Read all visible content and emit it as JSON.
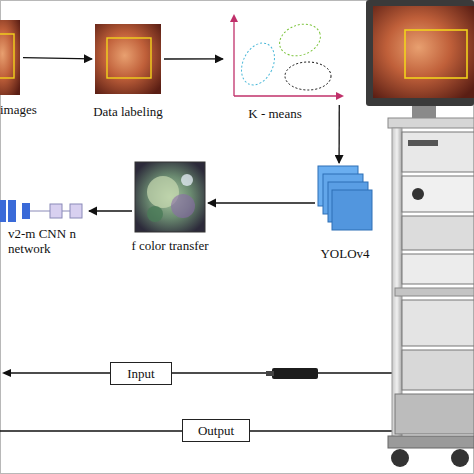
{
  "diagram": {
    "nodes": [
      {
        "text": [
          "images"
        ]
      },
      {
        "text": [
          "Data labeling"
        ]
      },
      {
        "text": [
          "K - means"
        ]
      },
      {
        "text": [
          "YOLOv4"
        ]
      },
      {
        "text": [
          "f color transfer"
        ]
      },
      {
        "text": [
          "v2-m CNN n network"
        ]
      },
      {
        "text": [
          "Input"
        ]
      },
      {
        "text": [
          "Output"
        ]
      }
    ],
    "edges": [
      {
        "from": 0,
        "to": 1,
        "arrow": "to"
      },
      {
        "from": 1,
        "to": 2,
        "arrow": "to"
      },
      {
        "from": 2,
        "to": 3,
        "arrow": "to"
      },
      {
        "from": 3,
        "to": 4,
        "arrow": "to"
      },
      {
        "from": 4,
        "to": 5,
        "arrow": "to"
      }
    ]
  }
}
